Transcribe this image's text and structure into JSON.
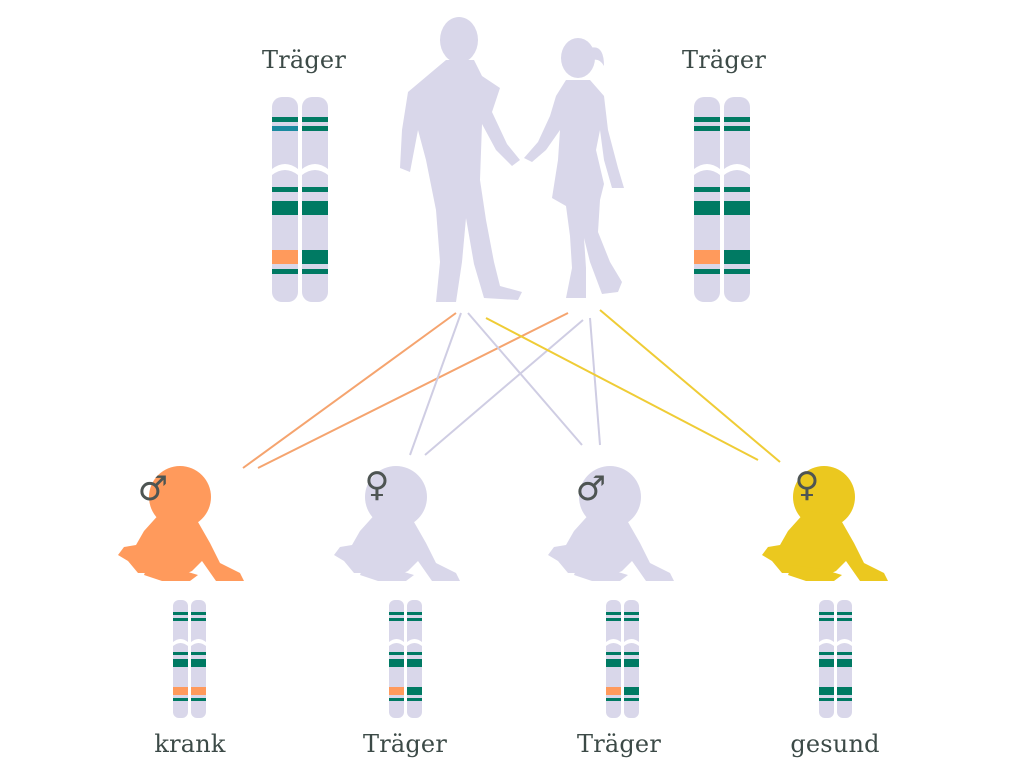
{
  "colors": {
    "silhouette": "#d9d7ea",
    "chromosome": "#d9d7ea",
    "band": "#007a63",
    "band_marker": "#1a8aa0",
    "mutation": "#ff9a5c",
    "affected_child": "#ff9a5c",
    "healthy_child": "#ebc81f",
    "line_orange": "#f5a46f",
    "line_gray": "#cfcde3",
    "line_yellow": "#efcc36",
    "text": "#3c4a47"
  },
  "parents": [
    {
      "label": "Träger"
    },
    {
      "label": "Träger"
    }
  ],
  "children": [
    {
      "sex_symbol": "♂",
      "label": "krank",
      "color_role": "affected_child"
    },
    {
      "sex_symbol": "♀",
      "label": "Träger",
      "color_role": "silhouette"
    },
    {
      "sex_symbol": "♂",
      "label": "Träger",
      "color_role": "silhouette"
    },
    {
      "sex_symbol": "♀",
      "label": "gesund",
      "color_role": "healthy_child"
    }
  ]
}
